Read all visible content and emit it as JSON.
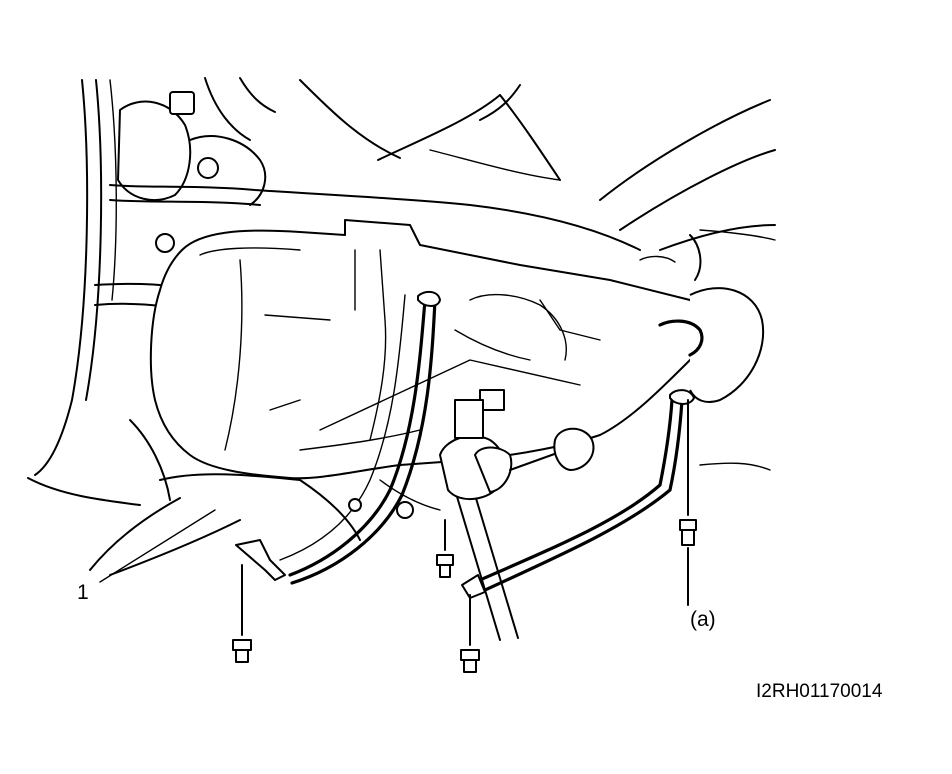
{
  "callouts": {
    "part_1": "1",
    "point_a": "(a)"
  },
  "figure_code": "I2RH01170014"
}
